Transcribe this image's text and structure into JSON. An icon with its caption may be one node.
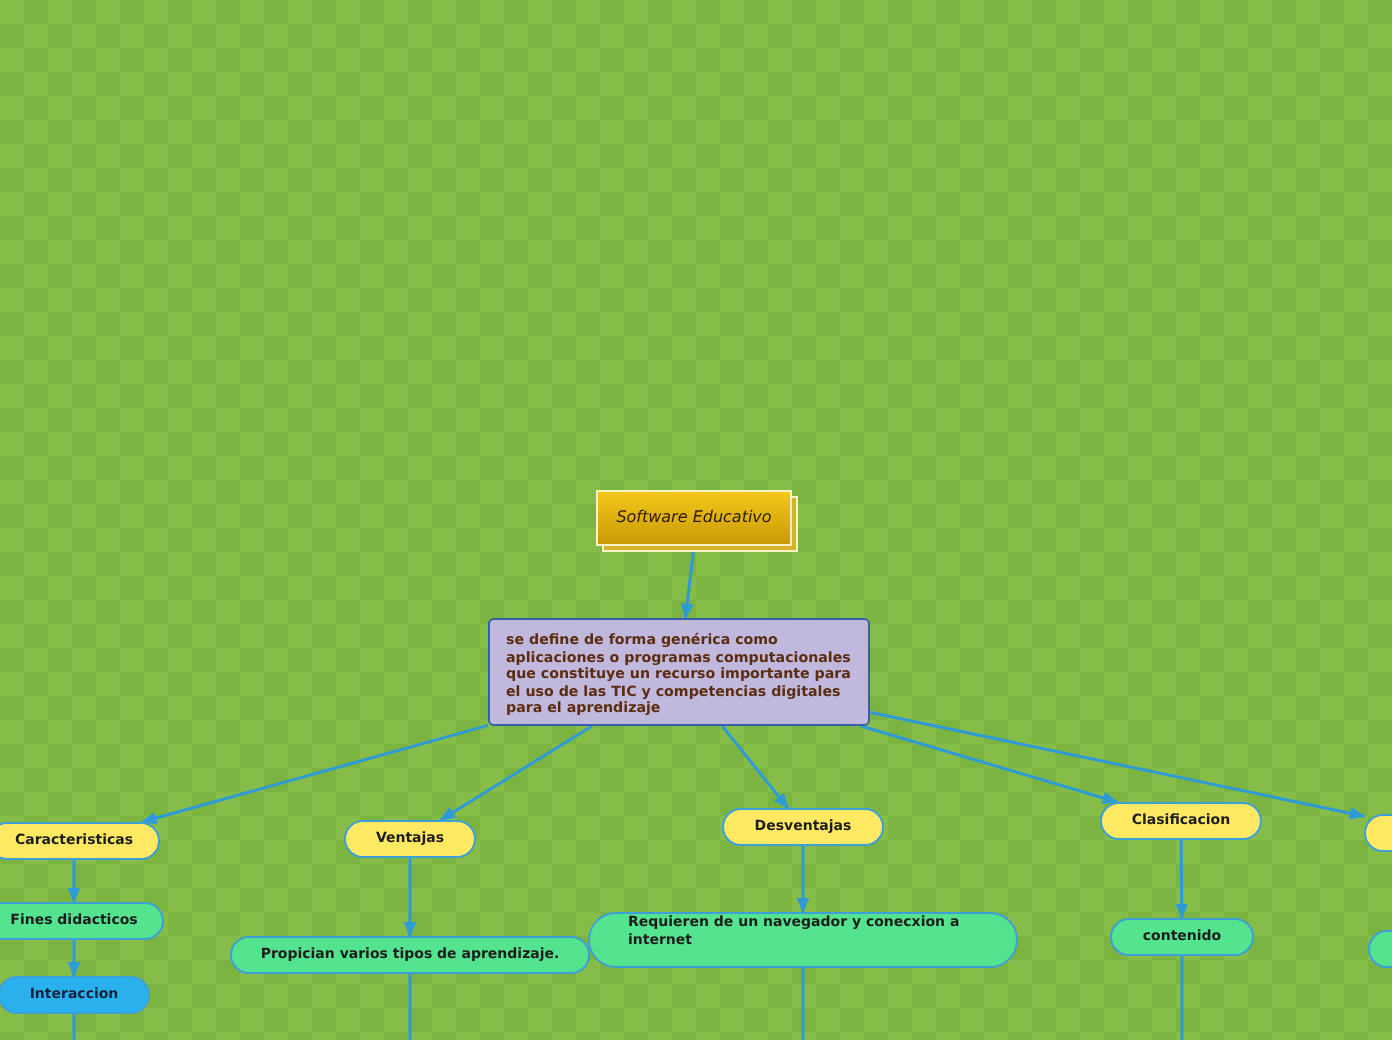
{
  "diagram": {
    "nodes": [
      {
        "text": [
          "Software Educativo"
        ]
      },
      {
        "text": [
          "se define de forma genérica como aplicaciones o programas computacionales que constituye un recurso importante para el uso de las TIC y competencias digitales para el aprendizaje"
        ]
      },
      {
        "text": [
          "Caracteristicas"
        ]
      },
      {
        "text": [
          "Ventajas"
        ]
      },
      {
        "text": [
          "Desventajas"
        ]
      },
      {
        "text": [
          "Clasificacion"
        ]
      },
      {
        "text": [],
        "shape": "box"
      },
      {
        "text": [
          "Fines didacticos"
        ]
      },
      {
        "text": [
          "Interaccion"
        ]
      },
      {
        "text": [
          "Propician varios tipos de aprendizaje."
        ]
      },
      {
        "text": [
          "Requieren de un navegador y conecxion a internet"
        ]
      },
      {
        "text": [
          "contenido"
        ]
      },
      {
        "text": [],
        "shape": "box"
      }
    ],
    "edges": [
      {
        "from": 0,
        "to": 1,
        "arrow": "to"
      },
      {
        "from": 1,
        "to": 2,
        "arrow": "to"
      },
      {
        "from": 1,
        "to": 3,
        "arrow": "to"
      },
      {
        "from": 1,
        "to": 4,
        "arrow": "to"
      },
      {
        "from": 1,
        "to": 5,
        "arrow": "to"
      },
      {
        "from": 1,
        "to": 6,
        "arrow": "to"
      },
      {
        "from": 2,
        "to": 7,
        "arrow": "to"
      },
      {
        "from": 7,
        "to": 8,
        "arrow": "to"
      },
      {
        "from": 3,
        "to": 9,
        "arrow": "to"
      },
      {
        "from": 4,
        "to": 10,
        "arrow": "to"
      },
      {
        "from": 5,
        "to": 11,
        "arrow": "to"
      },
      {
        "from": 8,
        "to": null,
        "arrow": "none"
      },
      {
        "from": 9,
        "to": null,
        "arrow": "none"
      },
      {
        "from": 10,
        "to": null,
        "arrow": "none"
      },
      {
        "from": 11,
        "to": null,
        "arrow": "none"
      }
    ]
  }
}
